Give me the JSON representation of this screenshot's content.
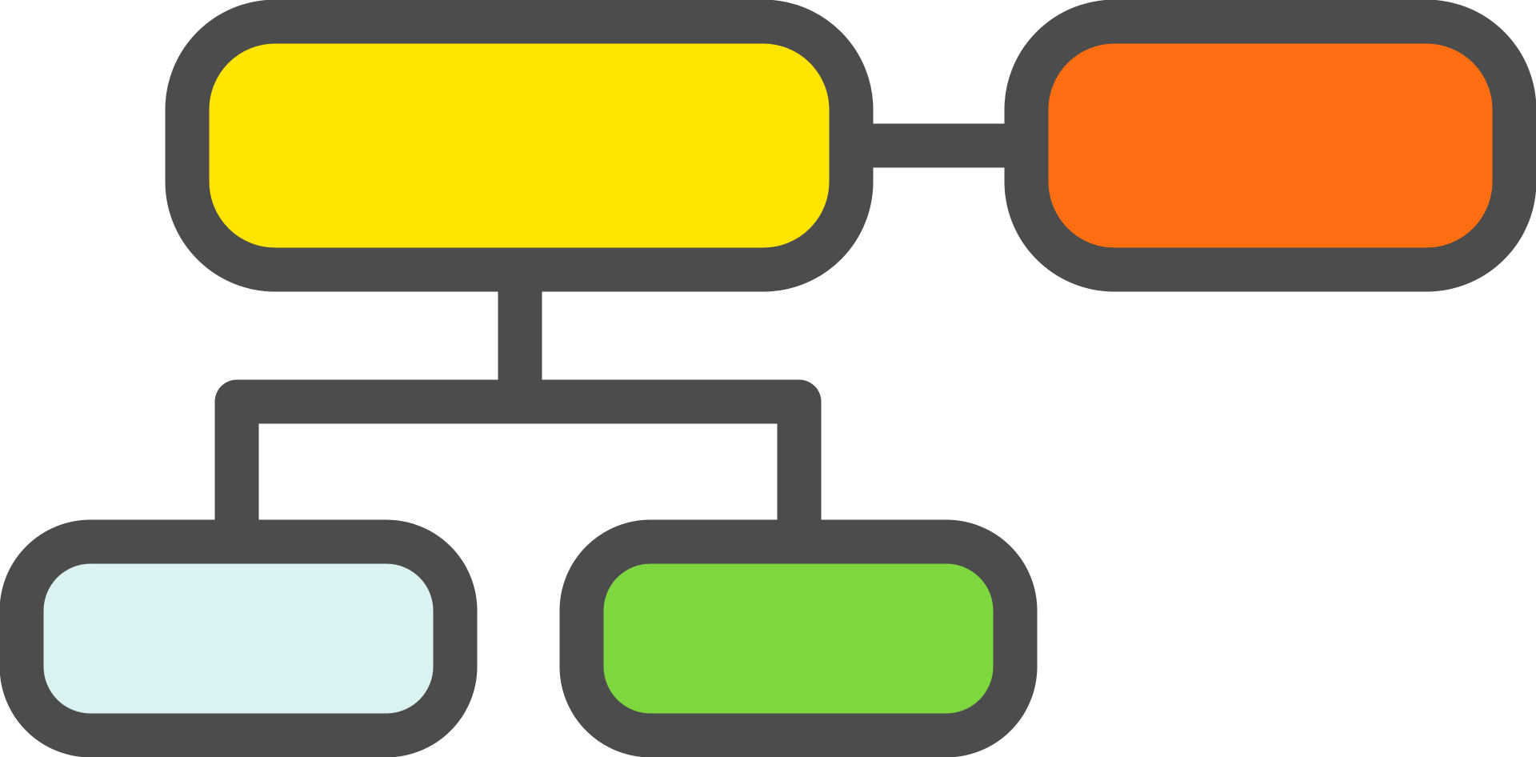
{
  "diagram": {
    "type": "hierarchy-org-chart-icon",
    "colors": {
      "stroke": "#4c4c4c",
      "background": "#ffffff"
    },
    "nodes": [
      {
        "id": "node-top-main",
        "fill": "#ffe500",
        "label": ""
      },
      {
        "id": "node-top-side",
        "fill": "#ff6e10",
        "label": ""
      },
      {
        "id": "node-child-left",
        "fill": "#daf2f1",
        "label": ""
      },
      {
        "id": "node-child-right",
        "fill": "#7ed73f",
        "label": ""
      }
    ],
    "connectors": [
      {
        "id": "connector-main-to-side",
        "from": "node-top-main",
        "to": "node-top-side"
      },
      {
        "id": "connector-main-to-bus",
        "from": "node-top-main",
        "to": "branch-bus"
      },
      {
        "id": "connector-bus-to-left",
        "from": "branch-bus",
        "to": "node-child-left"
      },
      {
        "id": "connector-bus-to-right",
        "from": "branch-bus",
        "to": "node-child-right"
      }
    ]
  }
}
